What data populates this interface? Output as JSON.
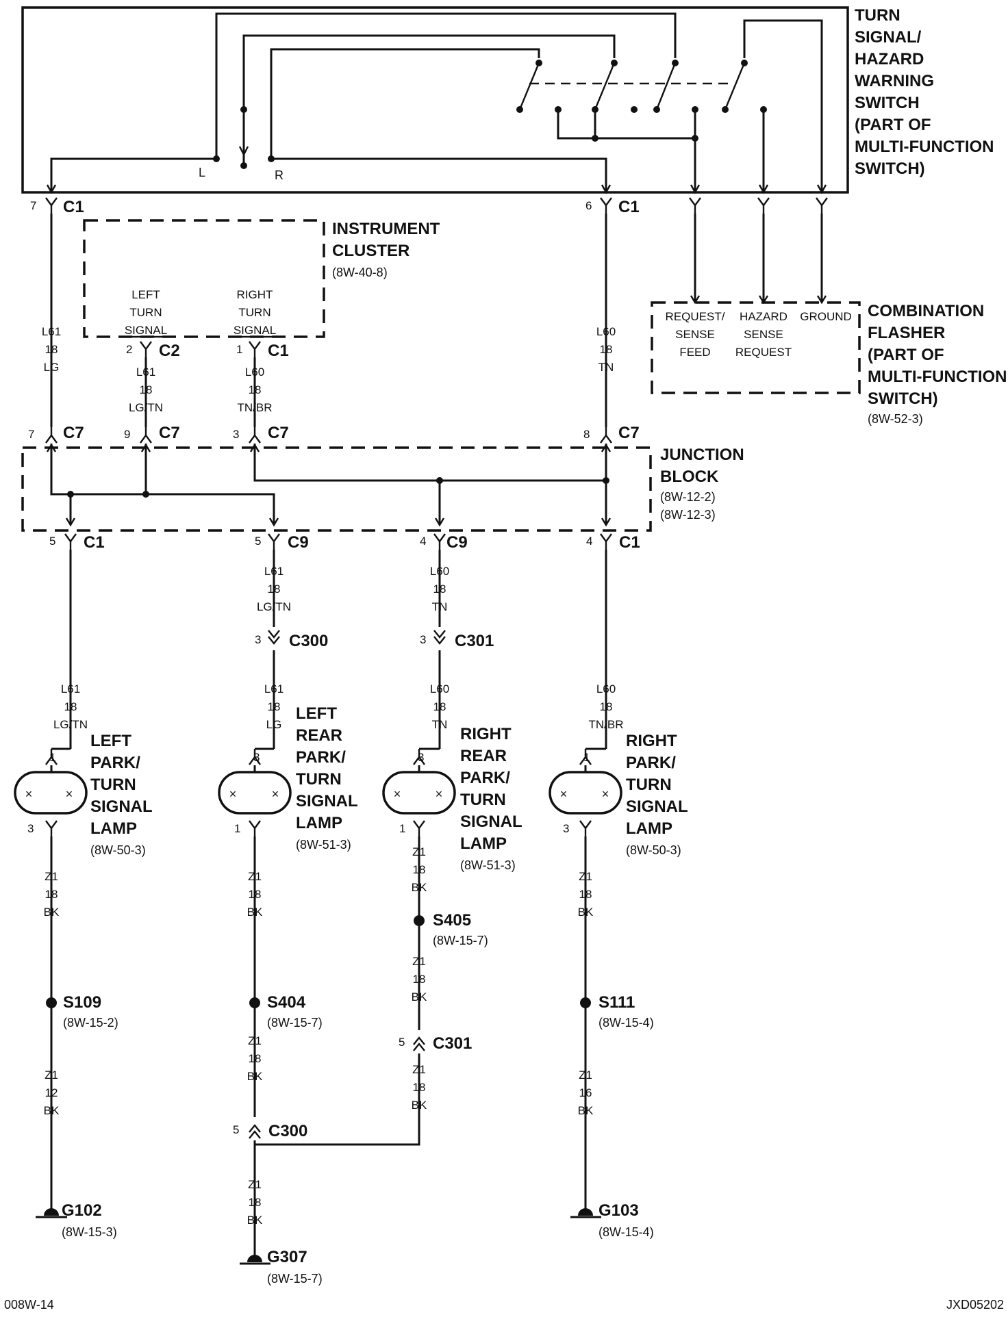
{
  "colors": {
    "ink": "#111111",
    "background": "#ffffff"
  },
  "switch": {
    "title": [
      "TURN",
      "SIGNAL/",
      "HAZARD",
      "WARNING",
      "SWITCH",
      "(PART OF",
      "MULTI-FUNCTION",
      "SWITCH)"
    ],
    "left_label": "L",
    "right_label": "R"
  },
  "cluster": {
    "title": [
      "INSTRUMENT",
      "CLUSTER"
    ],
    "ref": "(8W-40-8)",
    "left": [
      "LEFT",
      "TURN",
      "SIGNAL"
    ],
    "right": [
      "RIGHT",
      "TURN",
      "SIGNAL"
    ]
  },
  "flasher": {
    "title": [
      "COMBINATION",
      "FLASHER",
      "(PART OF",
      "MULTI-FUNCTION",
      "SWITCH)"
    ],
    "ref": "(8W-52-3)",
    "t1": [
      "REQUEST/",
      "SENSE",
      "FEED"
    ],
    "t2": [
      "HAZARD",
      "SENSE",
      "REQUEST"
    ],
    "t3": "GROUND"
  },
  "junction": {
    "title": [
      "JUNCTION",
      "BLOCK"
    ],
    "refs": [
      "(8W-12-2)",
      "(8W-12-3)"
    ]
  },
  "connectors": {
    "c1_7": {
      "pin": "7",
      "name": "C1"
    },
    "c1_6": {
      "pin": "6",
      "name": "C1"
    },
    "c2_2": {
      "pin": "2",
      "name": "C2"
    },
    "c1_1": {
      "pin": "1",
      "name": "C1"
    },
    "c7_7": {
      "pin": "7",
      "name": "C7"
    },
    "c7_9": {
      "pin": "9",
      "name": "C7"
    },
    "c7_3": {
      "pin": "3",
      "name": "C7"
    },
    "c7_8": {
      "pin": "8",
      "name": "C7"
    },
    "c1_5": {
      "pin": "5",
      "name": "C1"
    },
    "c9_5": {
      "pin": "5",
      "name": "C9"
    },
    "c9_4": {
      "pin": "4",
      "name": "C9"
    },
    "c1_4": {
      "pin": "4",
      "name": "C1"
    },
    "c300_3": {
      "pin": "3",
      "name": "C300"
    },
    "c301_3": {
      "pin": "3",
      "name": "C301"
    },
    "c301_5": {
      "pin": "5",
      "name": "C301"
    },
    "c300_5": {
      "pin": "5",
      "name": "C300"
    }
  },
  "wires": {
    "w_l61_top": [
      "L61",
      "18",
      "LG"
    ],
    "w_l60_top": [
      "L60",
      "18",
      "TN"
    ],
    "w_l61_cl": [
      "L61",
      "18",
      "LG/TN"
    ],
    "w_l60_cl": [
      "L60",
      "18",
      "TN/BR"
    ],
    "w_l61_c9": [
      "L61",
      "18",
      "LG/TN"
    ],
    "w_l60_c9": [
      "L60",
      "18",
      "TN"
    ],
    "w_l61_lf": [
      "L61",
      "18",
      "LG/TN"
    ],
    "w_l61_lr": [
      "L61",
      "18",
      "LG"
    ],
    "w_l60_rr": [
      "L60",
      "18",
      "TN"
    ],
    "w_l60_rf": [
      "L60",
      "18",
      "TN/BR"
    ],
    "g_lf1": [
      "Z1",
      "18",
      "BK"
    ],
    "g_lf2": [
      "Z1",
      "12",
      "BK"
    ],
    "g_lr1": [
      "Z1",
      "18",
      "BK"
    ],
    "g_lr2": [
      "Z1",
      "18",
      "BK"
    ],
    "g_lr3": [
      "Z1",
      "18",
      "BK"
    ],
    "g_rr1": [
      "Z1",
      "18",
      "BK"
    ],
    "g_rr2": [
      "Z1",
      "18",
      "BK"
    ],
    "g_rr3": [
      "Z1",
      "18",
      "BK"
    ],
    "g_rf1": [
      "Z1",
      "18",
      "BK"
    ],
    "g_rf2": [
      "Z1",
      "16",
      "BK"
    ]
  },
  "lamps": {
    "lf": {
      "pin_top": "1",
      "pin_bot": "3",
      "name": [
        "LEFT",
        "PARK/",
        "TURN",
        "SIGNAL",
        "LAMP"
      ],
      "ref": "(8W-50-3)"
    },
    "lr": {
      "pin_top": "3",
      "pin_bot": "1",
      "name": [
        "LEFT",
        "REAR",
        "PARK/",
        "TURN",
        "SIGNAL",
        "LAMP"
      ],
      "ref": "(8W-51-3)"
    },
    "rr": {
      "pin_top": "3",
      "pin_bot": "1",
      "name": [
        "RIGHT",
        "REAR",
        "PARK/",
        "TURN",
        "SIGNAL",
        "LAMP"
      ],
      "ref": "(8W-51-3)"
    },
    "rf": {
      "pin_top": "1",
      "pin_bot": "3",
      "name": [
        "RIGHT",
        "PARK/",
        "TURN",
        "SIGNAL",
        "LAMP"
      ],
      "ref": "(8W-50-3)"
    }
  },
  "splices": {
    "s109": {
      "name": "S109",
      "ref": "(8W-15-2)"
    },
    "s404": {
      "name": "S404",
      "ref": "(8W-15-7)"
    },
    "s405": {
      "name": "S405",
      "ref": "(8W-15-7)"
    },
    "s111": {
      "name": "S111",
      "ref": "(8W-15-4)"
    }
  },
  "grounds": {
    "g102": {
      "name": "G102",
      "ref": "(8W-15-3)"
    },
    "g307": {
      "name": "G307",
      "ref": "(8W-15-7)"
    },
    "g103": {
      "name": "G103",
      "ref": "(8W-15-4)"
    }
  },
  "footer": {
    "left": "008W-14",
    "right": "JXD05202"
  }
}
